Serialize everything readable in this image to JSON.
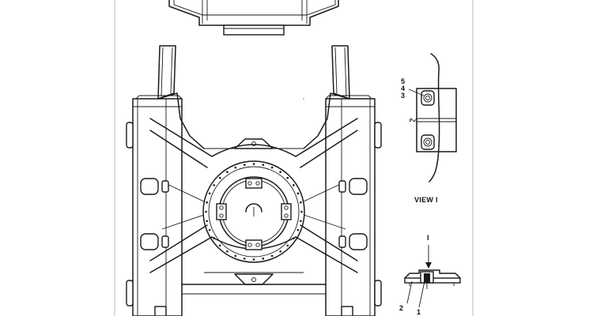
{
  "callouts": {
    "label_5": "5",
    "label_4": "4",
    "label_3": "3",
    "label_2": "2",
    "label_1": "1",
    "view_marker": "I"
  },
  "view_caption": "VIEW I",
  "colors": {
    "ink": "#1a1a1a",
    "frame": "#b9b9b9",
    "background": "#ffffff"
  }
}
